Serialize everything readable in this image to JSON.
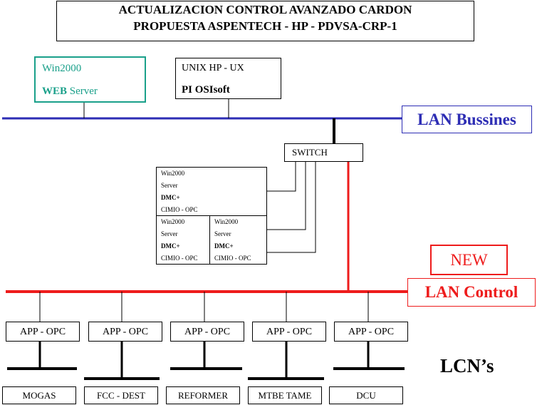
{
  "title": {
    "line1": "ACTUALIZACION CONTROL AVANZADO CARDON",
    "line2": "PROPUESTA ASPENTECH - HP - PDVSA-CRP-1"
  },
  "web_server": {
    "os": "Win2000",
    "name_bold": "WEB",
    "name_rest": " Server"
  },
  "unix_server": {
    "os": "UNIX  HP - UX",
    "app": "PI OSIsoft"
  },
  "lan_business": {
    "label": "LAN Bussines"
  },
  "switch": {
    "label": "SWITCH"
  },
  "servers": [
    {
      "os": "Win2000",
      "role": "Server",
      "app": "DMC+",
      "interface": "CIMIO - OPC"
    },
    {
      "os": "Win2000",
      "role": "Server",
      "app": "DMC+",
      "interface": "CIMIO - OPC"
    },
    {
      "os": "Win2000",
      "role": "Server",
      "app": "DMC+",
      "interface": "CIMIO - OPC"
    }
  ],
  "new_badge": {
    "label": "NEW"
  },
  "lan_control": {
    "label": "LAN Control"
  },
  "app_nodes": [
    {
      "label": "APP  -  OPC"
    },
    {
      "label": "APP  -  OPC"
    },
    {
      "label": "APP  -  OPC"
    },
    {
      "label": "APP  -  OPC"
    },
    {
      "label": "APP  -  OPC"
    }
  ],
  "units": [
    {
      "label": "MOGAS"
    },
    {
      "label": "FCC - DEST"
    },
    {
      "label": "REFORMER"
    },
    {
      "label": "MTBE TAME"
    },
    {
      "label": "DCU"
    }
  ],
  "lcn_label": "LCN’s",
  "colors": {
    "lan_business": "#2d2db4",
    "lan_control": "#ee1c1c",
    "web_server": "#1aa08a"
  }
}
